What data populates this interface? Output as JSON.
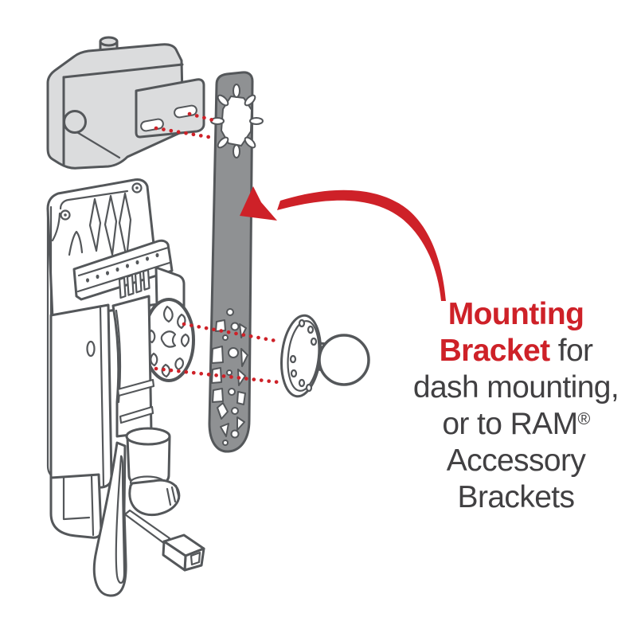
{
  "caption": {
    "emphasis_line1": "Mounting",
    "emphasis_line2": "Bracket",
    "line2_suffix": " for",
    "line3": "dash mounting,",
    "line4_text": "or to RAM",
    "line4_trademark": "®",
    "line5": "Accessory",
    "line6": "Brackets"
  },
  "colors": {
    "accent_red": "#CE2128",
    "caption_gray": "#414042",
    "outline_gray": "#54575A",
    "bracket_gray": "#8F9193",
    "device_gray": "#DBDCDD",
    "background": "#FFFFFF"
  }
}
